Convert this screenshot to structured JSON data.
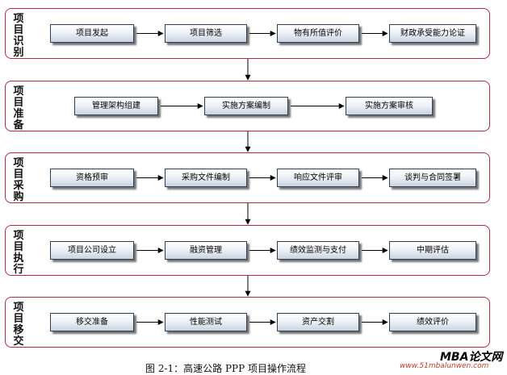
{
  "phases": [
    {
      "label": "项目识别",
      "steps": [
        "项目发起",
        "项目筛选",
        "物有所值评价",
        "财政承受能力论证"
      ]
    },
    {
      "label": "项目准备",
      "steps": [
        "管理架构组建",
        "实施方案编制",
        "实施方案审核"
      ]
    },
    {
      "label": "项目采购",
      "steps": [
        "资格预审",
        "采购文件编制",
        "响应文件评审",
        "谈判与合同签署"
      ]
    },
    {
      "label": "项目执行",
      "steps": [
        "项目公司设立",
        "融资管理",
        "绩效监测与支付",
        "中期评估"
      ]
    },
    {
      "label": "项目移交",
      "steps": [
        "移交准备",
        "性能测试",
        "资产交割",
        "绩效评价"
      ]
    }
  ],
  "caption": "图 2-1：高速公路 PPP 项目操作流程",
  "watermark": {
    "title": "MBA论文网",
    "url": "www.51mbalunwen.com"
  },
  "colors": {
    "phase_border": "#b52a3e",
    "step_border": "#2f3f55",
    "arrow": "#000000",
    "watermark_url": "#c0392b"
  }
}
